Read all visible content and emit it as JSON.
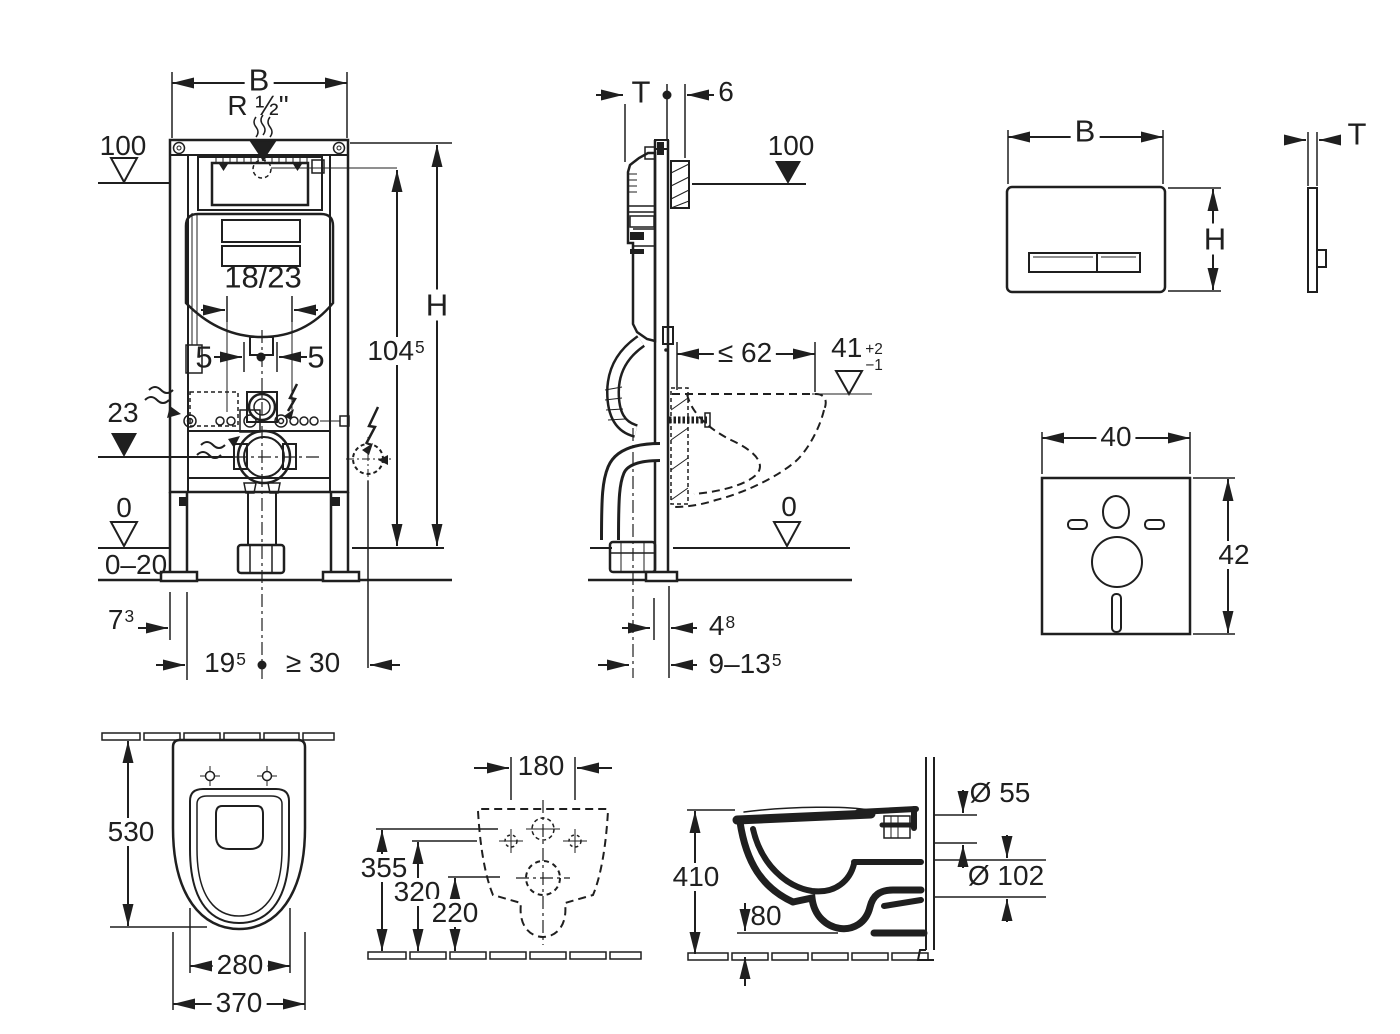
{
  "colors": {
    "ink": "#1f1f1f",
    "background": "#ffffff"
  },
  "views": {
    "installation_front": {
      "dims": {
        "width": "B",
        "supply_thread": "R ½\"",
        "level_100": "100",
        "outlet_heights": "18/23",
        "offset_left": "5",
        "offset_right": "5",
        "height": "H",
        "supply_height": {
          "value": "104",
          "sup": "5"
        },
        "outlet_level": "23",
        "floor_level": "0",
        "floor_range": "0–20",
        "edge_offset": {
          "value": "7",
          "sup": "3"
        },
        "center_offset": {
          "value": "19",
          "sup": "5"
        },
        "min_clearance": "≥ 30"
      }
    },
    "installation_side": {
      "dims": {
        "depth": "T",
        "front_gap": "6",
        "level_100": "100",
        "max_depth": "≤ 62",
        "rim_height": {
          "value": "41",
          "sup": "+2",
          "sub": "−1"
        },
        "floor_level": "0",
        "foot_offset": {
          "value": "4",
          "sup": "8"
        },
        "drain_offset": {
          "value": "9–13",
          "sup": "5"
        }
      }
    },
    "flush_plate": {
      "dims": {
        "width": "B",
        "height": "H",
        "thickness": "T"
      }
    },
    "sound_insulation_pad": {
      "dims": {
        "width": "40",
        "height": "42"
      }
    },
    "wc_top": {
      "dims": {
        "depth": "530",
        "seat_width": "280",
        "width": "370"
      }
    },
    "wc_rear": {
      "dims": {
        "hole_spacing": "180",
        "supply_height": "355",
        "hole_height": "320",
        "outlet_height": "220"
      }
    },
    "wc_side": {
      "dims": {
        "height": "410",
        "underside_clearance": "80",
        "flush_pipe_dia": "Ø 55",
        "outlet_pipe_dia": "Ø 102"
      }
    }
  }
}
